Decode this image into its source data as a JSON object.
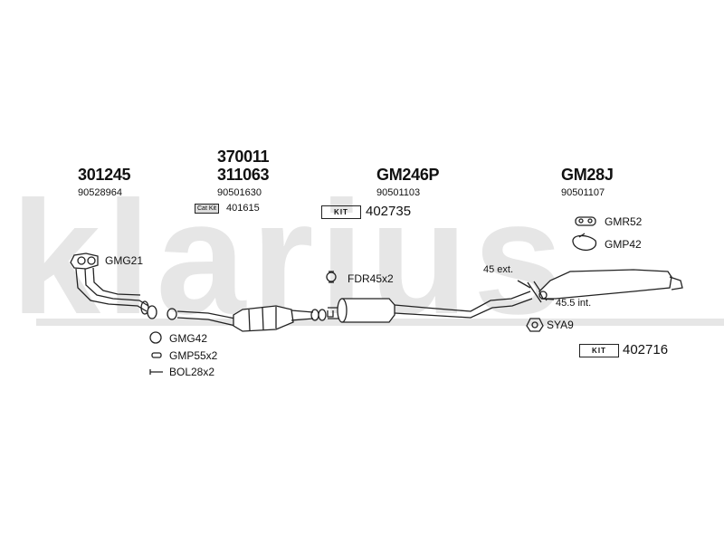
{
  "watermark": {
    "text": "klarius",
    "color": "#e6e6e6"
  },
  "headers": {
    "col1_code": "301245",
    "col1_oe": "90528964",
    "col2_code_top": "370011",
    "col2_code": "311063",
    "col2_oe": "90501630",
    "col2_catkit_label": "Cat Kit",
    "col2_catkit_num": "401615",
    "col3_code": "GM246P",
    "col3_oe": "90501103",
    "col3_kit_label": "KIT",
    "col3_kit_num": "402735",
    "col4_code": "GM28J",
    "col4_oe": "90501107"
  },
  "parts": {
    "gmg21": "GMG21",
    "gmg42": "GMG42",
    "gmp55": "GMP55x2",
    "bol28": "BOL28x2",
    "fdr45": "FDR45x2",
    "gmr52": "GMR52",
    "gmp42": "GMP42",
    "sya9": "SYA9",
    "ext45": "45 ext.",
    "int45": "45.5 int.",
    "kit2_label": "KIT",
    "kit2_num": "402716"
  }
}
